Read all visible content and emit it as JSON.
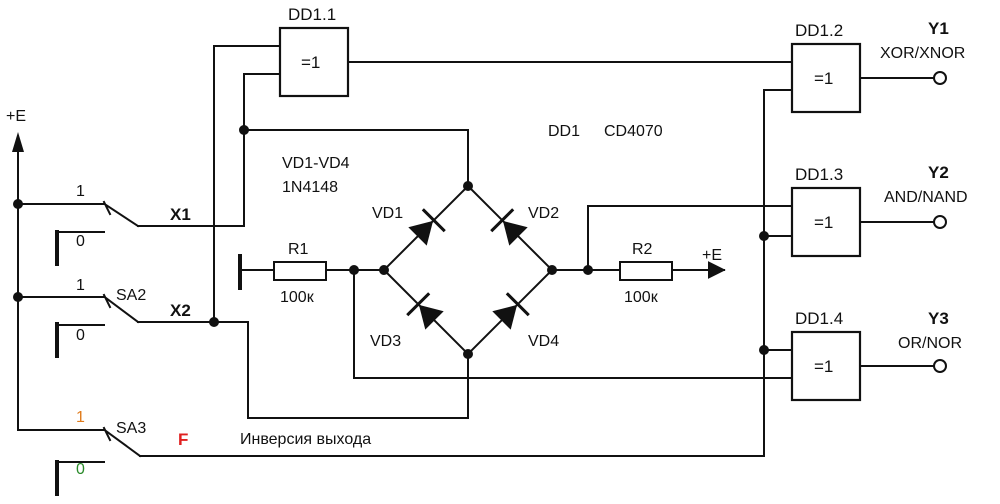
{
  "gates": {
    "dd1_1": {
      "name": "DD1.1",
      "symbol": "=1"
    },
    "dd1_2": {
      "name": "DD1.2",
      "symbol": "=1"
    },
    "dd1_3": {
      "name": "DD1.3",
      "symbol": "=1"
    },
    "dd1_4": {
      "name": "DD1.4",
      "symbol": "=1"
    }
  },
  "chip": {
    "ref": "DD1",
    "part": "CD4070"
  },
  "diodes": {
    "group_ref": "VD1-VD4",
    "group_part": "1N4148",
    "vd1": "VD1",
    "vd2": "VD2",
    "vd3": "VD3",
    "vd4": "VD4"
  },
  "resistors": {
    "r1": {
      "name": "R1",
      "value": "100к"
    },
    "r2": {
      "name": "R2",
      "value": "100к"
    }
  },
  "supply": {
    "label": "+E",
    "r2_label": "+E"
  },
  "switches": {
    "sa1": {
      "on_label": "1",
      "off_label": "0",
      "signal": "X1"
    },
    "sa2": {
      "name": "SA2",
      "on_label": "1",
      "off_label": "0",
      "signal": "X2"
    },
    "sa3": {
      "name": "SA3",
      "on_label": "1",
      "off_label": "0",
      "signal": "F"
    }
  },
  "outputs": {
    "y1": {
      "name": "Y1",
      "func": "XOR/XNOR"
    },
    "y2": {
      "name": "Y2",
      "func": "AND/NAND"
    },
    "y3": {
      "name": "Y3",
      "func": "OR/NOR"
    }
  },
  "note": "Инверсия выхода",
  "colors": {
    "sa3_on": "#e07b1c",
    "sa3_off": "#2a8a2a",
    "signal_f": "#e02020"
  }
}
